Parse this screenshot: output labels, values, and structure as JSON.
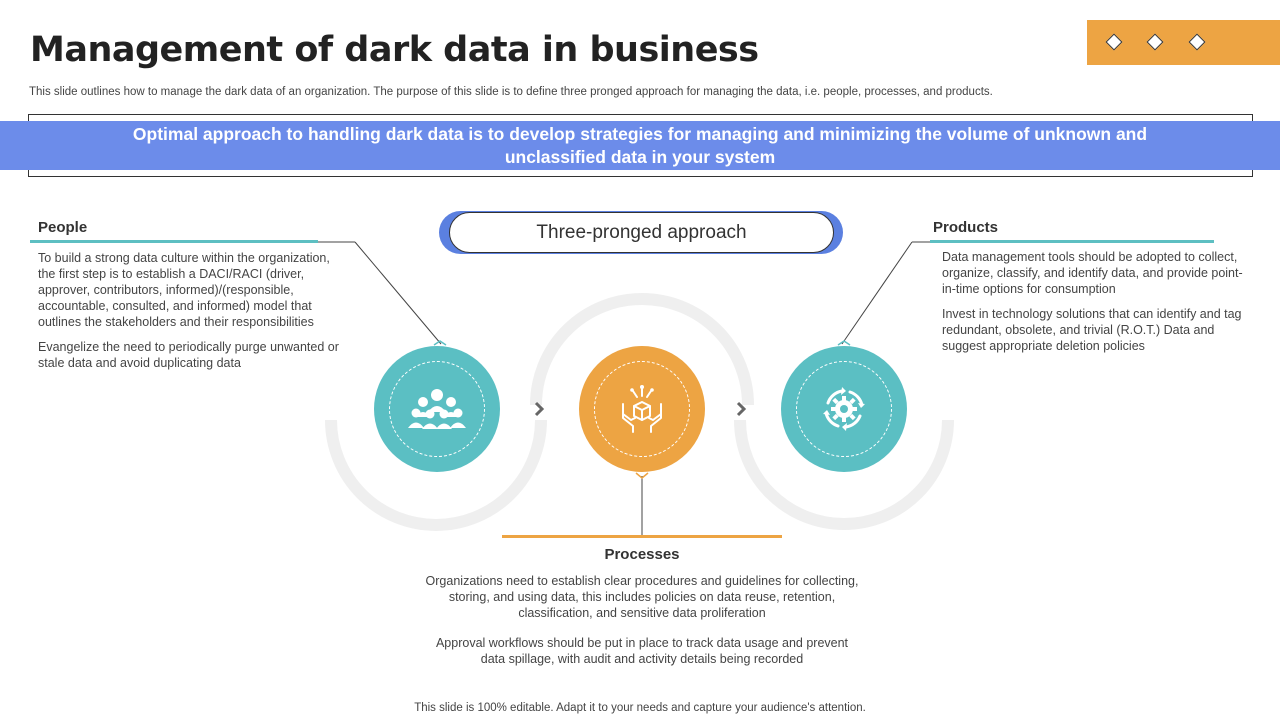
{
  "header": {
    "title": "Management of dark data in business",
    "subtitle": "This slide outlines how to manage the dark data of an organization. The purpose of this slide is to define three pronged approach for managing the data, i.e. people, processes, and products."
  },
  "banner": {
    "text": "Optimal approach to handling dark data is to develop strategies for managing and minimizing the volume of unknown and unclassified data in your system"
  },
  "center_label": "Three-pronged approach",
  "people": {
    "heading": "People",
    "paragraphs": [
      "To build a strong data culture within the organization, the first step is to establish a DACI/RACI (driver, approver, contributors, informed)/(responsible, accountable, consulted, and informed) model that outlines the stakeholders and their responsibilities",
      "Evangelize the need to periodically purge unwanted or stale data and avoid duplicating data"
    ]
  },
  "products": {
    "heading": "Products",
    "paragraphs": [
      "Data management tools should be adopted to collect, organize, classify, and identify data, and provide point-in-time options for consumption",
      "Invest in technology solutions that can identify and tag redundant, obsolete, and trivial (R.O.T.) Data and suggest appropriate deletion policies"
    ]
  },
  "processes": {
    "heading": "Processes",
    "paragraphs": [
      "Organizations need to establish clear procedures and guidelines for collecting, storing, and using data, this includes policies on data reuse, retention, classification, and sensitive data proliferation",
      "Approval workflows should be put in place to track data usage and prevent data spillage, with audit and activity details being recorded"
    ]
  },
  "icons": {
    "people": "people-group-icon",
    "processes": "hands-box-icon",
    "products": "gear-cycle-icon"
  },
  "colors": {
    "teal": "#5BBFC3",
    "orange": "#EDA443",
    "blue_banner": "#6C8CEA",
    "arc_gray": "#EFEFEF"
  },
  "footer": "This slide is 100% editable. Adapt it to your needs and capture your audience's attention."
}
